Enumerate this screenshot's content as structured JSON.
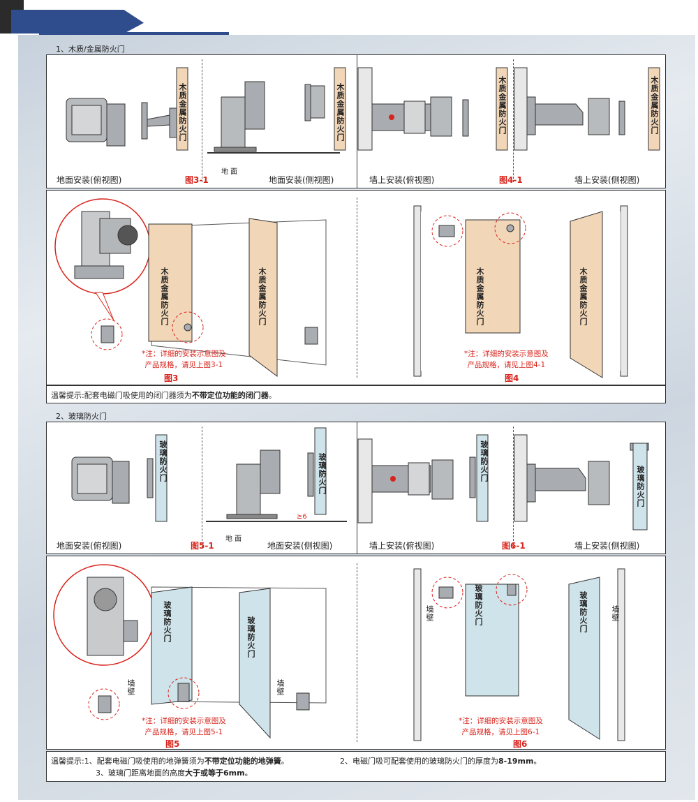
{
  "sections": {
    "s1": "1、木质/金属防火门",
    "s2": "2、玻璃防火门"
  },
  "fig3_1": {
    "left": "地面安装(俯视图)",
    "label": "图3-1",
    "right": "地面安装(侧视图)",
    "ground": "地 面"
  },
  "fig4_1": {
    "left": "墙上安装(俯视图)",
    "label": "图4-1",
    "right": "墙上安装(侧视图)"
  },
  "fig5_1": {
    "left": "地面安装(俯视图)",
    "label": "图5-1",
    "right": "地面安装(侧视图)",
    "ground": "地 面",
    "gap": "≥6"
  },
  "fig6_1": {
    "left": "墙上安装(俯视图)",
    "label": "图6-1",
    "right": "墙上安装(侧视图)"
  },
  "door_wood": "木质/金属防火门",
  "door_wood_short": "木质金属防火门",
  "door_glass": "玻璃防火门",
  "wall": "墙壁",
  "wall_short": "墙",
  "wall_short2": "壁",
  "fig3": {
    "label": "图3",
    "note1": "*注：详细的安装示意图及",
    "note2": "产品规格，请见上图3-1"
  },
  "fig4": {
    "label": "图4",
    "note1": "*注：详细的安装示意图及",
    "note2": "产品规格，请见上图4-1"
  },
  "fig5": {
    "label": "图5",
    "note1": "*注：详细的安装示意图及",
    "note2": "产品规格，请见上图5-1"
  },
  "fig6": {
    "label": "图6",
    "note1": "*注：详细的安装示意图及",
    "note2": "产品规格，请见上图6-1"
  },
  "tip1": {
    "prefix": "温馨提示:配套电磁门吸使用的闭门器须为",
    "bold": "不带定位功能的闭门器",
    "suffix": "。"
  },
  "tip2": {
    "prefix": "温馨提示:1、配套电磁门吸使用的地弹簧须为",
    "bold": "不带定位功能的地弹簧",
    "suffix": "。",
    "item2": "2、电磁门吸可配套使用的玻璃防火门的厚度为",
    "item2_bold": "8-19mm",
    "item2_suffix": "。",
    "item3": "3、玻璃门距离地面的高度",
    "item3_bold": "大于或等于6mm",
    "item3_suffix": "。"
  },
  "colors": {
    "accent_blue": "#2f4c8c",
    "red": "#d8241c",
    "metal": "#a9acb0",
    "wood": "#f2d6b8"
  }
}
